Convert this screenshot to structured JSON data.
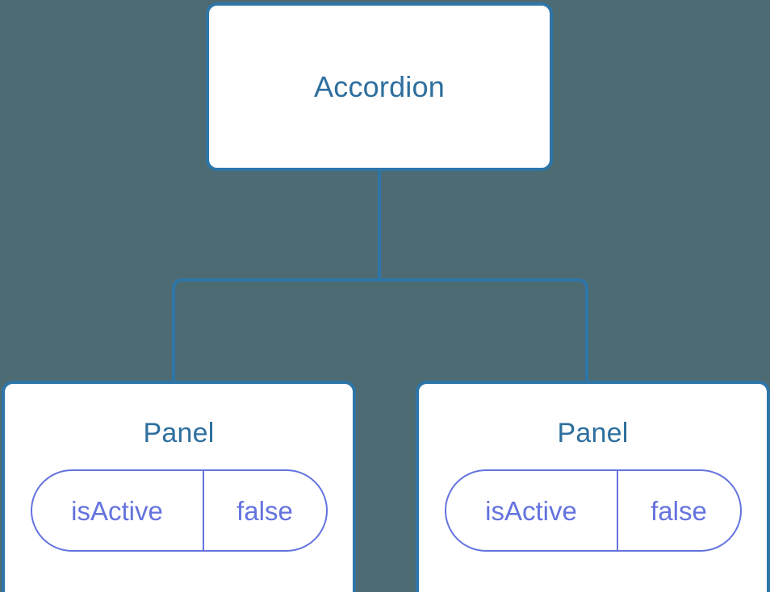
{
  "diagram": {
    "type": "component-tree",
    "background_color": "#4d6b73",
    "node_border_color": "#2e75a8",
    "node_fill_color": "#ffffff",
    "node_text_color": "#2e6f9e",
    "prop_accent_color": "#6473de",
    "connector_color": "#2e75a8"
  },
  "root": {
    "title": "Accordion"
  },
  "children": [
    {
      "title": "Panel",
      "props": [
        {
          "key": "isActive",
          "value": "false"
        }
      ]
    },
    {
      "title": "Panel",
      "props": [
        {
          "key": "isActive",
          "value": "false"
        }
      ]
    }
  ]
}
